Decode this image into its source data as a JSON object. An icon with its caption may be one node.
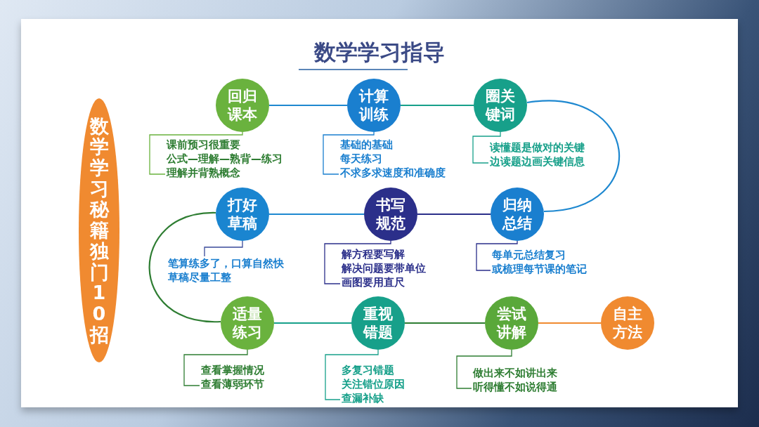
{
  "diagram": {
    "title": "数学学习指导",
    "nodes": [
      {
        "text": [
          "数学学习秘籍独门10招"
        ]
      },
      {
        "text": [
          "回归课本"
        ]
      },
      {
        "text": [
          "计算训练"
        ]
      },
      {
        "text": [
          "圈关键词"
        ]
      },
      {
        "text": [
          "课前预习很重要",
          "公式—理解—熟背—练习",
          "理解并背熟概念"
        ]
      },
      {
        "text": [
          "基础的基础",
          "每天练习",
          "不求多求速度和准确度"
        ]
      },
      {
        "text": [
          "读懂题是做对的关键",
          "边读题边画关键信息"
        ]
      },
      {
        "text": [
          "打好草稿"
        ]
      },
      {
        "text": [
          "书写规范"
        ]
      },
      {
        "text": [
          "归纳总结"
        ]
      },
      {
        "text": [
          "笔算练多了，口算自然快",
          "草稿尽量工整"
        ]
      },
      {
        "text": [
          "解方程要写解",
          "解决问题要带单位",
          "画图要用直尺"
        ]
      },
      {
        "text": [
          "每单元总结复习",
          "或梳理每节课的笔记"
        ]
      },
      {
        "text": [
          "适量练习"
        ]
      },
      {
        "text": [
          "重视错题"
        ]
      },
      {
        "text": [
          "尝试讲解"
        ]
      },
      {
        "text": [
          "自主方法"
        ]
      },
      {
        "text": [
          "查看掌握情况",
          "查看薄弱环节"
        ]
      },
      {
        "text": [
          "多复习错题",
          "关注错位原因",
          "查漏补缺"
        ]
      },
      {
        "text": [
          "做出来不如讲出来",
          "听得懂不如说得通"
        ]
      }
    ],
    "edges": [
      {
        "from": 1,
        "to": 2,
        "arrow": "none",
        "color": "#1e88d0"
      },
      {
        "from": 2,
        "to": 3,
        "arrow": "none",
        "color": "#17a08a"
      },
      {
        "from": 3,
        "to": 9,
        "arrow": "none",
        "color": "#1e88d0"
      },
      {
        "from": 9,
        "to": 8,
        "arrow": "none",
        "color": "#2b2f8a"
      },
      {
        "from": 8,
        "to": 7,
        "arrow": "none",
        "color": "#1e88d0"
      },
      {
        "from": 7,
        "to": 13,
        "arrow": "none",
        "color": "#2e7d32"
      },
      {
        "from": 13,
        "to": 14,
        "arrow": "none",
        "color": "#17a08a"
      },
      {
        "from": 14,
        "to": 15,
        "arrow": "none",
        "color": "#2e7d32"
      },
      {
        "from": 15,
        "to": 16,
        "arrow": "none",
        "color": "#f08a30"
      },
      {
        "from": 1,
        "to": 4,
        "arrow": "none",
        "color": "#6ab23e"
      },
      {
        "from": 2,
        "to": 5,
        "arrow": "none",
        "color": "#1a7fcf"
      },
      {
        "from": 3,
        "to": 6,
        "arrow": "none",
        "color": "#17a08a"
      },
      {
        "from": 7,
        "to": 10,
        "arrow": "none",
        "color": "#3a4a9a"
      },
      {
        "from": 8,
        "to": 11,
        "arrow": "none",
        "color": "#2b2f8a"
      },
      {
        "from": 9,
        "to": 12,
        "arrow": "none",
        "color": "#2b2f8a"
      },
      {
        "from": 13,
        "to": 17,
        "arrow": "none",
        "color": "#2e7d32"
      },
      {
        "from": 14,
        "to": 18,
        "arrow": "none",
        "color": "#17a08a"
      },
      {
        "from": 15,
        "to": 19,
        "arrow": "none",
        "color": "#2e7d32"
      }
    ]
  }
}
